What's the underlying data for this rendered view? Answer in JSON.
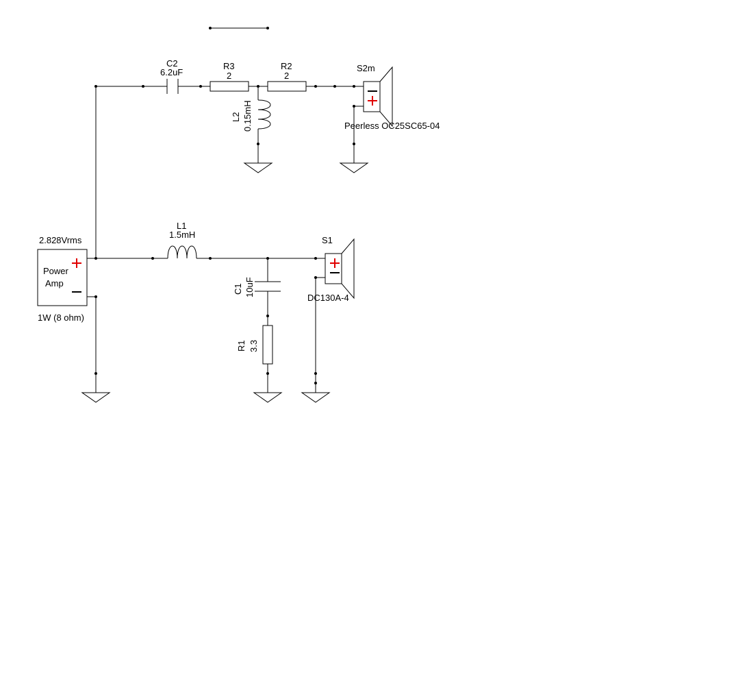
{
  "colors": {
    "wire": "#000000",
    "plus_sign": "#e00000",
    "background": "#ffffff"
  },
  "source": {
    "voltage": "2.828Vrms",
    "name_line1": "Power",
    "name_line2": "Amp",
    "power": "1W (8 ohm)"
  },
  "components": {
    "c2": {
      "ref": "C2",
      "value": "6.2uF"
    },
    "r3": {
      "ref": "R3",
      "value": "2"
    },
    "r2": {
      "ref": "R2",
      "value": "2"
    },
    "l2": {
      "ref": "L2",
      "value": "0.15mH"
    },
    "l1": {
      "ref": "L1",
      "value": "1.5mH"
    },
    "c1": {
      "ref": "C1",
      "value": "10uF"
    },
    "r1": {
      "ref": "R1",
      "value": "3.3"
    }
  },
  "speakers": {
    "s2": {
      "ref": "S2m",
      "model": "Peerless OC25SC65-04"
    },
    "s1": {
      "ref": "S1",
      "model": "DC130A-4"
    }
  }
}
